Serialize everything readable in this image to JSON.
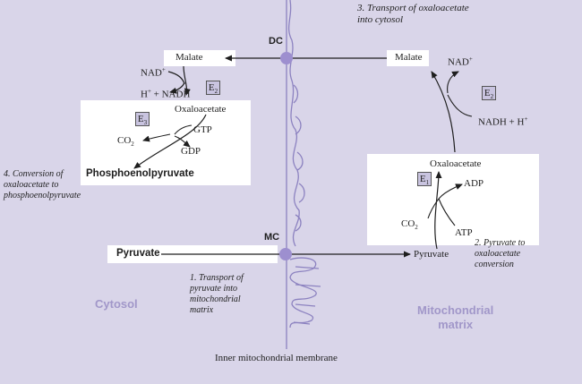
{
  "transporters": {
    "dc": "DC",
    "mc": "MC"
  },
  "metabolites": {
    "malate_left": "Malate",
    "malate_right": "Malate",
    "nad_left": "NAD",
    "nad_right": "NAD",
    "nadh_left": "H",
    "nadh_left_rest": " + NADH",
    "nadh_right": "NADH + H",
    "oxaloacetate_cytosol": "Oxaloacetate",
    "oxaloacetate_matrix": "Oxaloacetate",
    "gtp": "GTP",
    "gdp": "GDP",
    "co2_left": "CO",
    "co2_right": "CO",
    "adp": "ADP",
    "atp": "ATP",
    "pyruvate_cytosol": "Pyruvate",
    "pyruvate_matrix": "Pyruvate",
    "pep": "Phosphoenolpyruvate",
    "superscript_plus": "+",
    "subscript_2": "2"
  },
  "enzymes": {
    "e": "E",
    "e1": "1",
    "e2": "2",
    "e3": "3"
  },
  "steps": {
    "step1": [
      "1. Transport of",
      "pyruvate into",
      "mitochondrial",
      "matrix"
    ],
    "step2": [
      "2. Pyruvate to",
      "oxaloacetate",
      "conversion"
    ],
    "step3": [
      "3. Transport of oxaloacetate",
      "into cytosol"
    ],
    "step4": [
      "4. Conversion of",
      "oxaloacetate to",
      "phosphoenolpyruvate"
    ]
  },
  "regions": {
    "cytosol": "Cytosol",
    "matrix_line1": "Mitochondrial",
    "matrix_line2": "matrix"
  },
  "membrane_label": "Inner mitochondrial membrane",
  "colors": {
    "background": "#d9d5e9",
    "membrane": "#8c82c0",
    "transporter": "#9d8fcf",
    "region_label": "#a197c9",
    "enzyme_box": "#c9c4e0"
  }
}
